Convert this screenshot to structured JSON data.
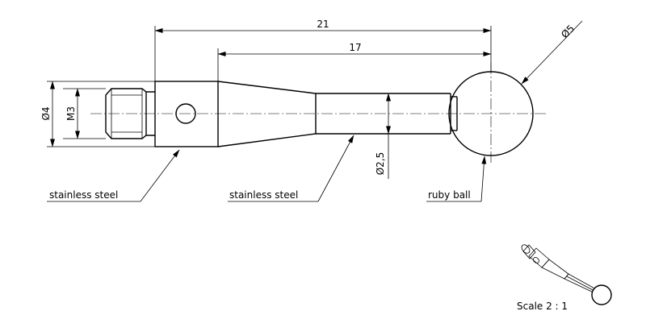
{
  "dimensions": {
    "overall_length": "21",
    "shaft_length": "17",
    "ball_diameter": "Ø5",
    "body_diameter": "Ø4",
    "thread": "M3",
    "stem_diameter": "Ø2,5"
  },
  "callouts": {
    "left": "stainless steel",
    "middle": "stainless steel",
    "right": "ruby ball"
  },
  "scale_label": "Scale 2 : 1"
}
